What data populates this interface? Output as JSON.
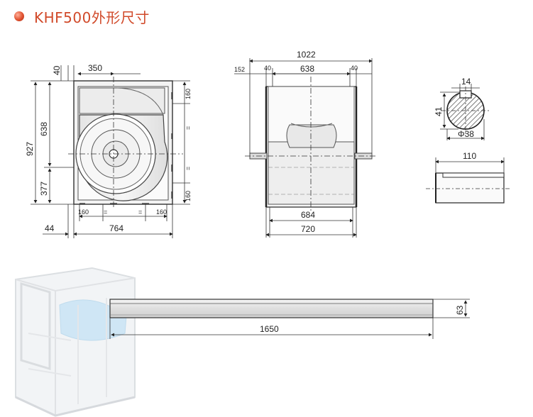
{
  "title": "KHF500外形尺寸",
  "dimensions": {
    "front": {
      "top_offset": "40",
      "top_width": "350",
      "height_total": "927",
      "height_upper": "638",
      "height_lower": "377",
      "right_top": "160",
      "right_bottom": "160",
      "bottom_left": "160",
      "bottom_right": "160",
      "bottom_eq1": "=",
      "bottom_eq2": "=",
      "right_eq1": "=",
      "right_eq2": "=",
      "left_offset": "44",
      "total_width": "764"
    },
    "side": {
      "overall": "1022",
      "shaft": "152",
      "gap_left": "40",
      "inner": "638",
      "gap_right": "40",
      "base_inner": "684",
      "base_outer": "720"
    },
    "shaft_detail": {
      "key_width": "14",
      "key_height": "41",
      "diameter": "Φ38",
      "length": "110"
    },
    "rail": {
      "length": "1650",
      "height": "63"
    }
  }
}
